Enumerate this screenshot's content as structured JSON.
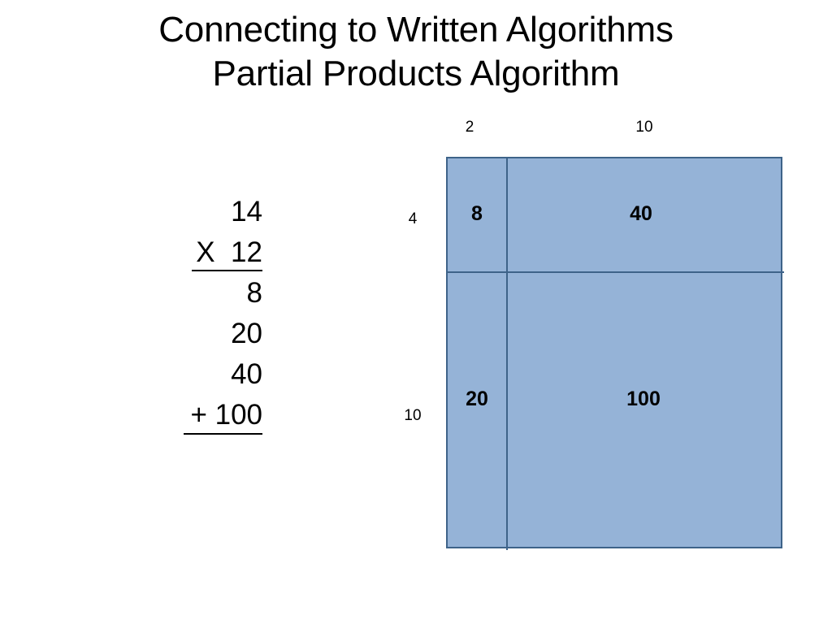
{
  "slide": {
    "title_line_1": "Connecting to Written Algorithms",
    "title_line_2": "Partial Products Algorithm",
    "background_color": "#ffffff"
  },
  "written_algorithm": {
    "name": "partial-products-vertical-algorithm",
    "rows": [
      {
        "text": "14",
        "rule_below": false
      },
      {
        "text": "X  12",
        "rule_below": true
      },
      {
        "text": "8",
        "rule_below": false
      },
      {
        "text": "20",
        "rule_below": false
      },
      {
        "text": "40",
        "rule_below": false
      },
      {
        "text": "+ 100",
        "rule_below": true
      }
    ],
    "multiplicand": "14",
    "multiplier": "12",
    "partial_products": [
      "8",
      "20",
      "40",
      "100"
    ]
  },
  "area_model": {
    "fill_color": "#95b3d7",
    "border_color": "#3e6389",
    "column_labels": [
      "2",
      "10"
    ],
    "row_labels": [
      "4",
      "10"
    ],
    "cells": [
      {
        "label": "8",
        "row": 0,
        "col": 0
      },
      {
        "label": "40",
        "row": 0,
        "col": 1
      },
      {
        "label": "20",
        "row": 1,
        "col": 0
      },
      {
        "label": "100",
        "row": 1,
        "col": 1
      }
    ]
  },
  "chart_data": {
    "type": "table",
    "title": "Partial Products Algorithm area model for 14 x 12",
    "categories": [
      "2",
      "10"
    ],
    "row_categories": [
      "4",
      "10"
    ],
    "xlabel": "",
    "ylabel": "",
    "values": [
      [
        8,
        40
      ],
      [
        20,
        100
      ]
    ],
    "annotations": [
      "14",
      "X  12",
      "8",
      "20",
      "40",
      "+ 100"
    ]
  }
}
